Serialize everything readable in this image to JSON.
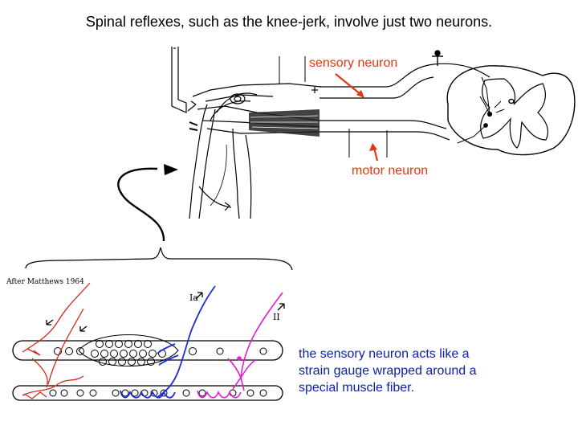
{
  "slide": {
    "title": "Spinal reflexes, such as the knee-jerk, involve just two neurons.",
    "labels": {
      "sensory": "sensory neuron",
      "motor": "motor neuron"
    },
    "credit": "After Matthews 1964",
    "fiber_labels": {
      "ia": "Ia",
      "ii": "II"
    },
    "caption_lines": [
      "the sensory neuron acts like a",
      "strain gauge wrapped around a",
      "special muscle fiber."
    ]
  },
  "colors": {
    "label_text": "#e4370f",
    "caption_text": "#0b1fa8",
    "ia_fiber": "#1f2bd6",
    "ii_fiber": "#e21fd0",
    "motor_fiber": "#d8281e",
    "drawing": "#000000"
  }
}
